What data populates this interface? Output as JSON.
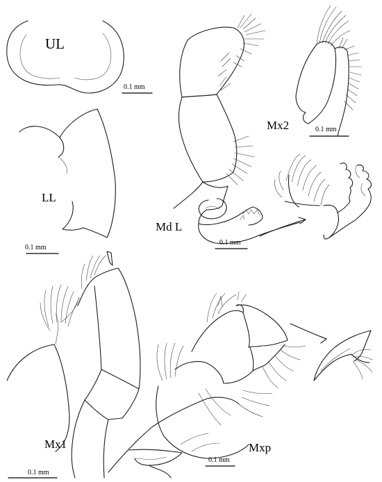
{
  "labels": {
    "ul": "UL",
    "ll": "LL",
    "mdl": "Md L",
    "mx2": "Mx2",
    "mx1": "Mx1",
    "mxp": "Mxp"
  },
  "scale_bars": {
    "ul": "0.1 mm",
    "ll": "0.1 mm",
    "md": "0.1 mm",
    "mx2": "0.1 mm",
    "mx1": "0.1 mm",
    "mxp": "0.1 mm"
  },
  "colors": {
    "ink": "#1a1a1a",
    "background": "#ffffff"
  }
}
